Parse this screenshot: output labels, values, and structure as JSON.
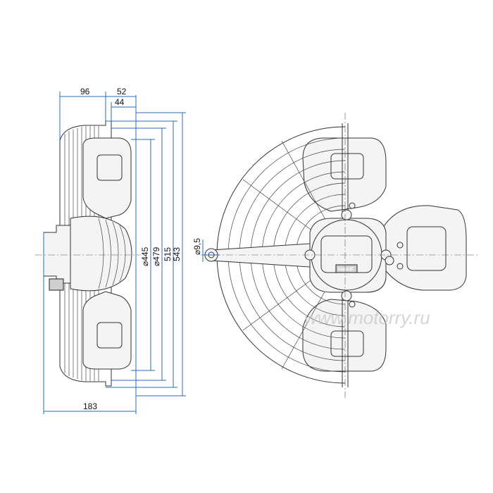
{
  "dimensions": {
    "depth_motor": "96",
    "depth_front": "52",
    "depth_guard": "44",
    "total_depth": "183",
    "dia_445": "⌀445",
    "dia_479": "⌀479",
    "dia_515": "515",
    "dia_543": "543",
    "hole_dia": "⌀9,5"
  },
  "logo": "H⊕HF",
  "watermark": "www.motorry.ru",
  "colors": {
    "dimension": "#2a6ebb",
    "outline": "#333333"
  }
}
